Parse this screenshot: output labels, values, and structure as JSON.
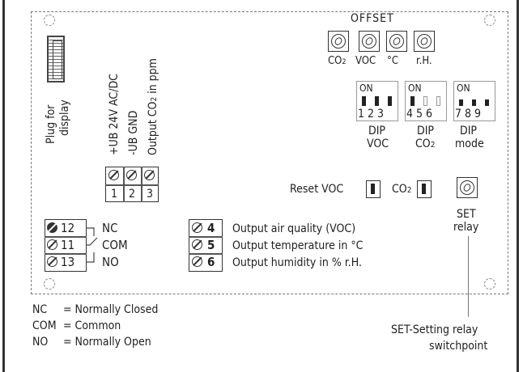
{
  "offset": {
    "title": "OFFSET",
    "pots": [
      {
        "label": "CO",
        "sub": "2"
      },
      {
        "label": "VOC",
        "sub": ""
      },
      {
        "label": "°C",
        "sub": ""
      },
      {
        "label": "r.H.",
        "sub": ""
      }
    ]
  },
  "plug_label": [
    "Plug for",
    "display"
  ],
  "supply_labels": {
    "ub_plus": "+UB 24V AC/DC",
    "ub_gnd": "-UB GND",
    "output_co2": "Output CO",
    "output_co2_sub": "2",
    "output_co2_unit": " in ppm"
  },
  "terminals_top": [
    "1",
    "2",
    "3"
  ],
  "dip_switches": [
    {
      "on": "ON",
      "numbers": "1 2 3",
      "label1": "DIP",
      "label2": "VOC",
      "label2_sub": ""
    },
    {
      "on": "ON",
      "numbers": "4 5 6",
      "label1": "DIP",
      "label2": "CO",
      "label2_sub": "2"
    },
    {
      "on": "ON",
      "numbers": "7 8 9",
      "label1": "DIP",
      "label2": "mode",
      "label2_sub": ""
    }
  ],
  "reset": {
    "label": "Reset VOC",
    "co2": "CO",
    "co2_sub": "2"
  },
  "set_relay": {
    "line1": "SET",
    "line2": "relay"
  },
  "relay_terminals": [
    {
      "num": "12",
      "label": "NC"
    },
    {
      "num": "11",
      "label": "COM"
    },
    {
      "num": "13",
      "label": "NO"
    }
  ],
  "outputs": [
    {
      "num": "4",
      "label": "Output air quality (VOC)"
    },
    {
      "num": "5",
      "label": "Output temperature  in °C"
    },
    {
      "num": "6",
      "label": "Output humidity  in % r.H."
    }
  ],
  "legend": [
    {
      "abbr": "NC",
      "desc": "= Normally Closed"
    },
    {
      "abbr": "COM",
      "desc": "= Common"
    },
    {
      "abbr": "NO",
      "desc": "= Normally Open"
    }
  ],
  "set_note": [
    "SET-Setting relay",
    "switchpoint"
  ]
}
